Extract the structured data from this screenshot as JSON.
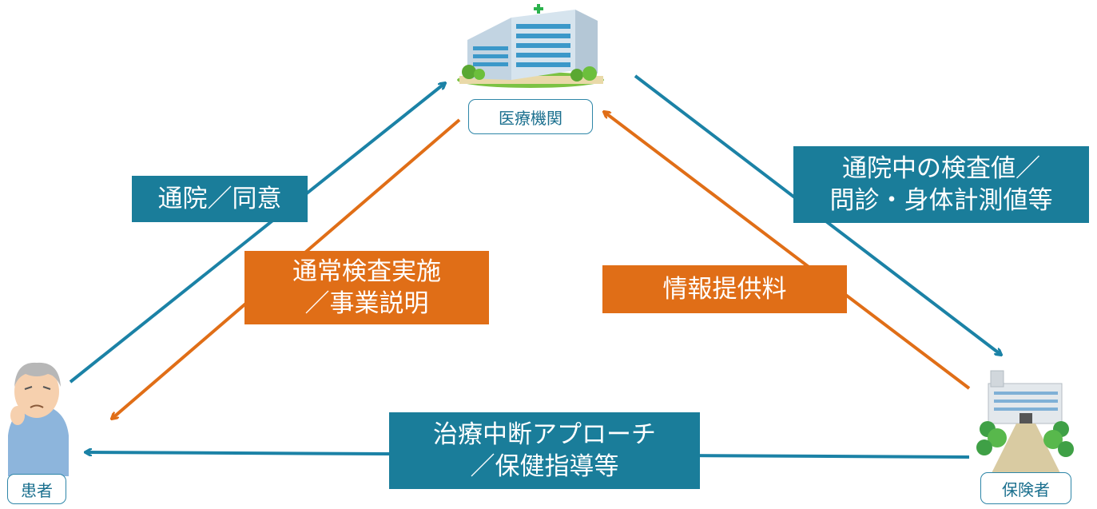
{
  "nodes": {
    "medical": "医療機関",
    "patient": "患者",
    "insurer": "保険者"
  },
  "flows": {
    "visit_consent": "通院／同意",
    "exam_line1": "通常検査実施",
    "exam_line2": "／事業説明",
    "values_line1": "通院中の検査値／",
    "values_line2": "問診・身体計測値等",
    "info_fee": "情報提供料",
    "approach_line1": "治療中断アプローチ",
    "approach_line2": "／保健指導等"
  },
  "colors": {
    "blue": "#1a7d9a",
    "arrow_blue": "#1b82a6",
    "orange": "#e06e17",
    "label_border": "#2e86a8"
  },
  "icons": [
    "hospital-icon",
    "patient-icon",
    "insurer-building-icon"
  ]
}
